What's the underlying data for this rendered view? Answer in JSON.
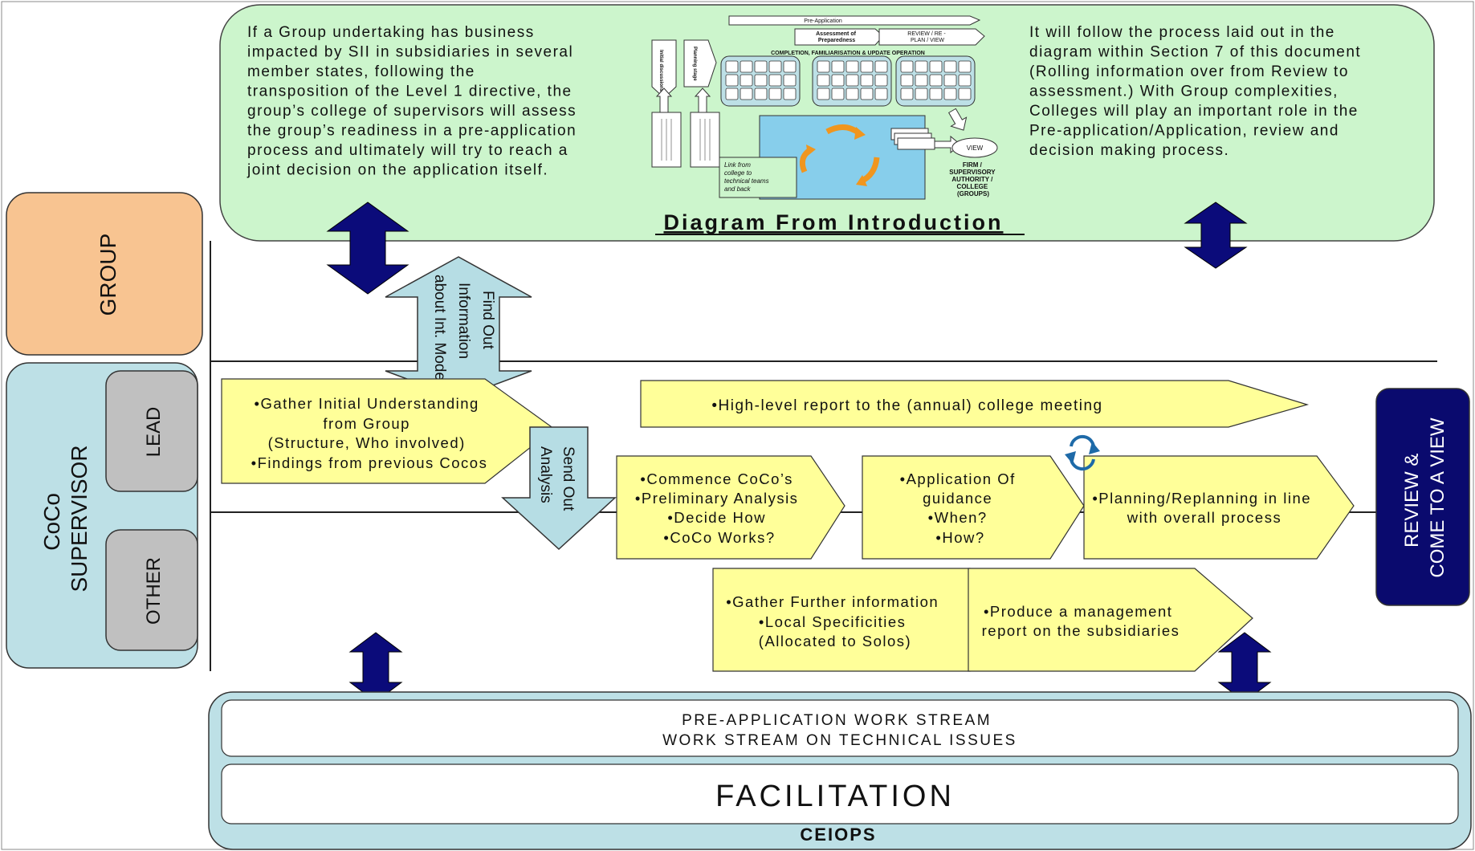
{
  "intro": {
    "left_text": [
      "If a Group undertaking has business",
      "impacted by SII in subsidiaries in several",
      "member states, following the",
      "transposition of the Level 1 directive, the",
      "group’s college of supervisors will assess",
      "the group’s readiness in a pre-application",
      "process and ultimately will try to reach a",
      "joint decision on the application itself."
    ],
    "right_text": [
      "It will follow the process laid out in the",
      "diagram within Section 7 of this document",
      "(Rolling information over from Review to",
      "assessment.) With Group complexities,",
      "Colleges will play an important role in the",
      "Pre-application/Application, review and",
      "decision making process."
    ],
    "caption": "Diagram From Introduction",
    "mini": {
      "pre_application": "Pre-Application",
      "assessment": [
        "Assessment of",
        "Preparedness"
      ],
      "review": [
        "REVIEW / RE -",
        "PLAN / VIEW"
      ],
      "completion": "COMPLETION, FAMILIARISATION & UPDATE OPERATION",
      "view": "VIEW",
      "firm": [
        "FIRM /",
        "SUPERVISORY",
        "AUTHORITY /",
        "COLLEGE",
        "(GROUPS)"
      ],
      "link": [
        "Link from",
        "college to",
        "technical teams",
        "and back"
      ],
      "planning_stage": "Planning stage",
      "initial_discussions": "Initial discussions"
    }
  },
  "lanes": {
    "group": "GROUP",
    "coco_supervisor": [
      "CoCo",
      "SUPERVISOR"
    ],
    "lead": "LEAD",
    "other": "OTHER",
    "review": [
      "REVIEW &",
      "COME TO A VIEW"
    ]
  },
  "arrows": {
    "find_out": [
      "Find Out",
      "Information",
      "about Int. Model"
    ],
    "send_out": [
      "Send Out",
      "Analysis"
    ]
  },
  "steps": {
    "gather_initial": [
      "•Gather Initial Understanding",
      "from Group",
      "(Structure, Who involved)",
      "•Findings from previous  Cocos"
    ],
    "high_level": "•High-level report to the (annual) college meeting",
    "commence": [
      "•Commence  CoCo’s",
      "•Preliminary Analysis",
      "•Decide How",
      "•CoCo Works?"
    ],
    "application": [
      "•Application Of",
      "guidance",
      "•When?",
      "•How?"
    ],
    "planning": [
      "•Planning/Replanning in line",
      "with overall process"
    ],
    "gather_further": [
      "•Gather Further information",
      "•Local Specificities",
      "(Allocated to Solos)"
    ],
    "produce": [
      "•Produce a management",
      "report on the subsidiaries"
    ]
  },
  "bottom": {
    "workstream": [
      "PRE-APPLICATION WORK STREAM",
      "WORK STREAM ON TECHNICAL ISSUES"
    ],
    "facilitation": "FACILITATION",
    "ceiops": "CEIOPS"
  },
  "colors": {
    "intro_bg": "#ccf5cc",
    "group_orange": "#f8c491",
    "lane_blue": "#bde0e6",
    "gray_box": "#c0c0c0",
    "step_yellow": "#ffff99",
    "navy": "#0b0b7a",
    "review_navy": "#0a0a6e",
    "light_blue_arrow": "#b6dde4"
  }
}
